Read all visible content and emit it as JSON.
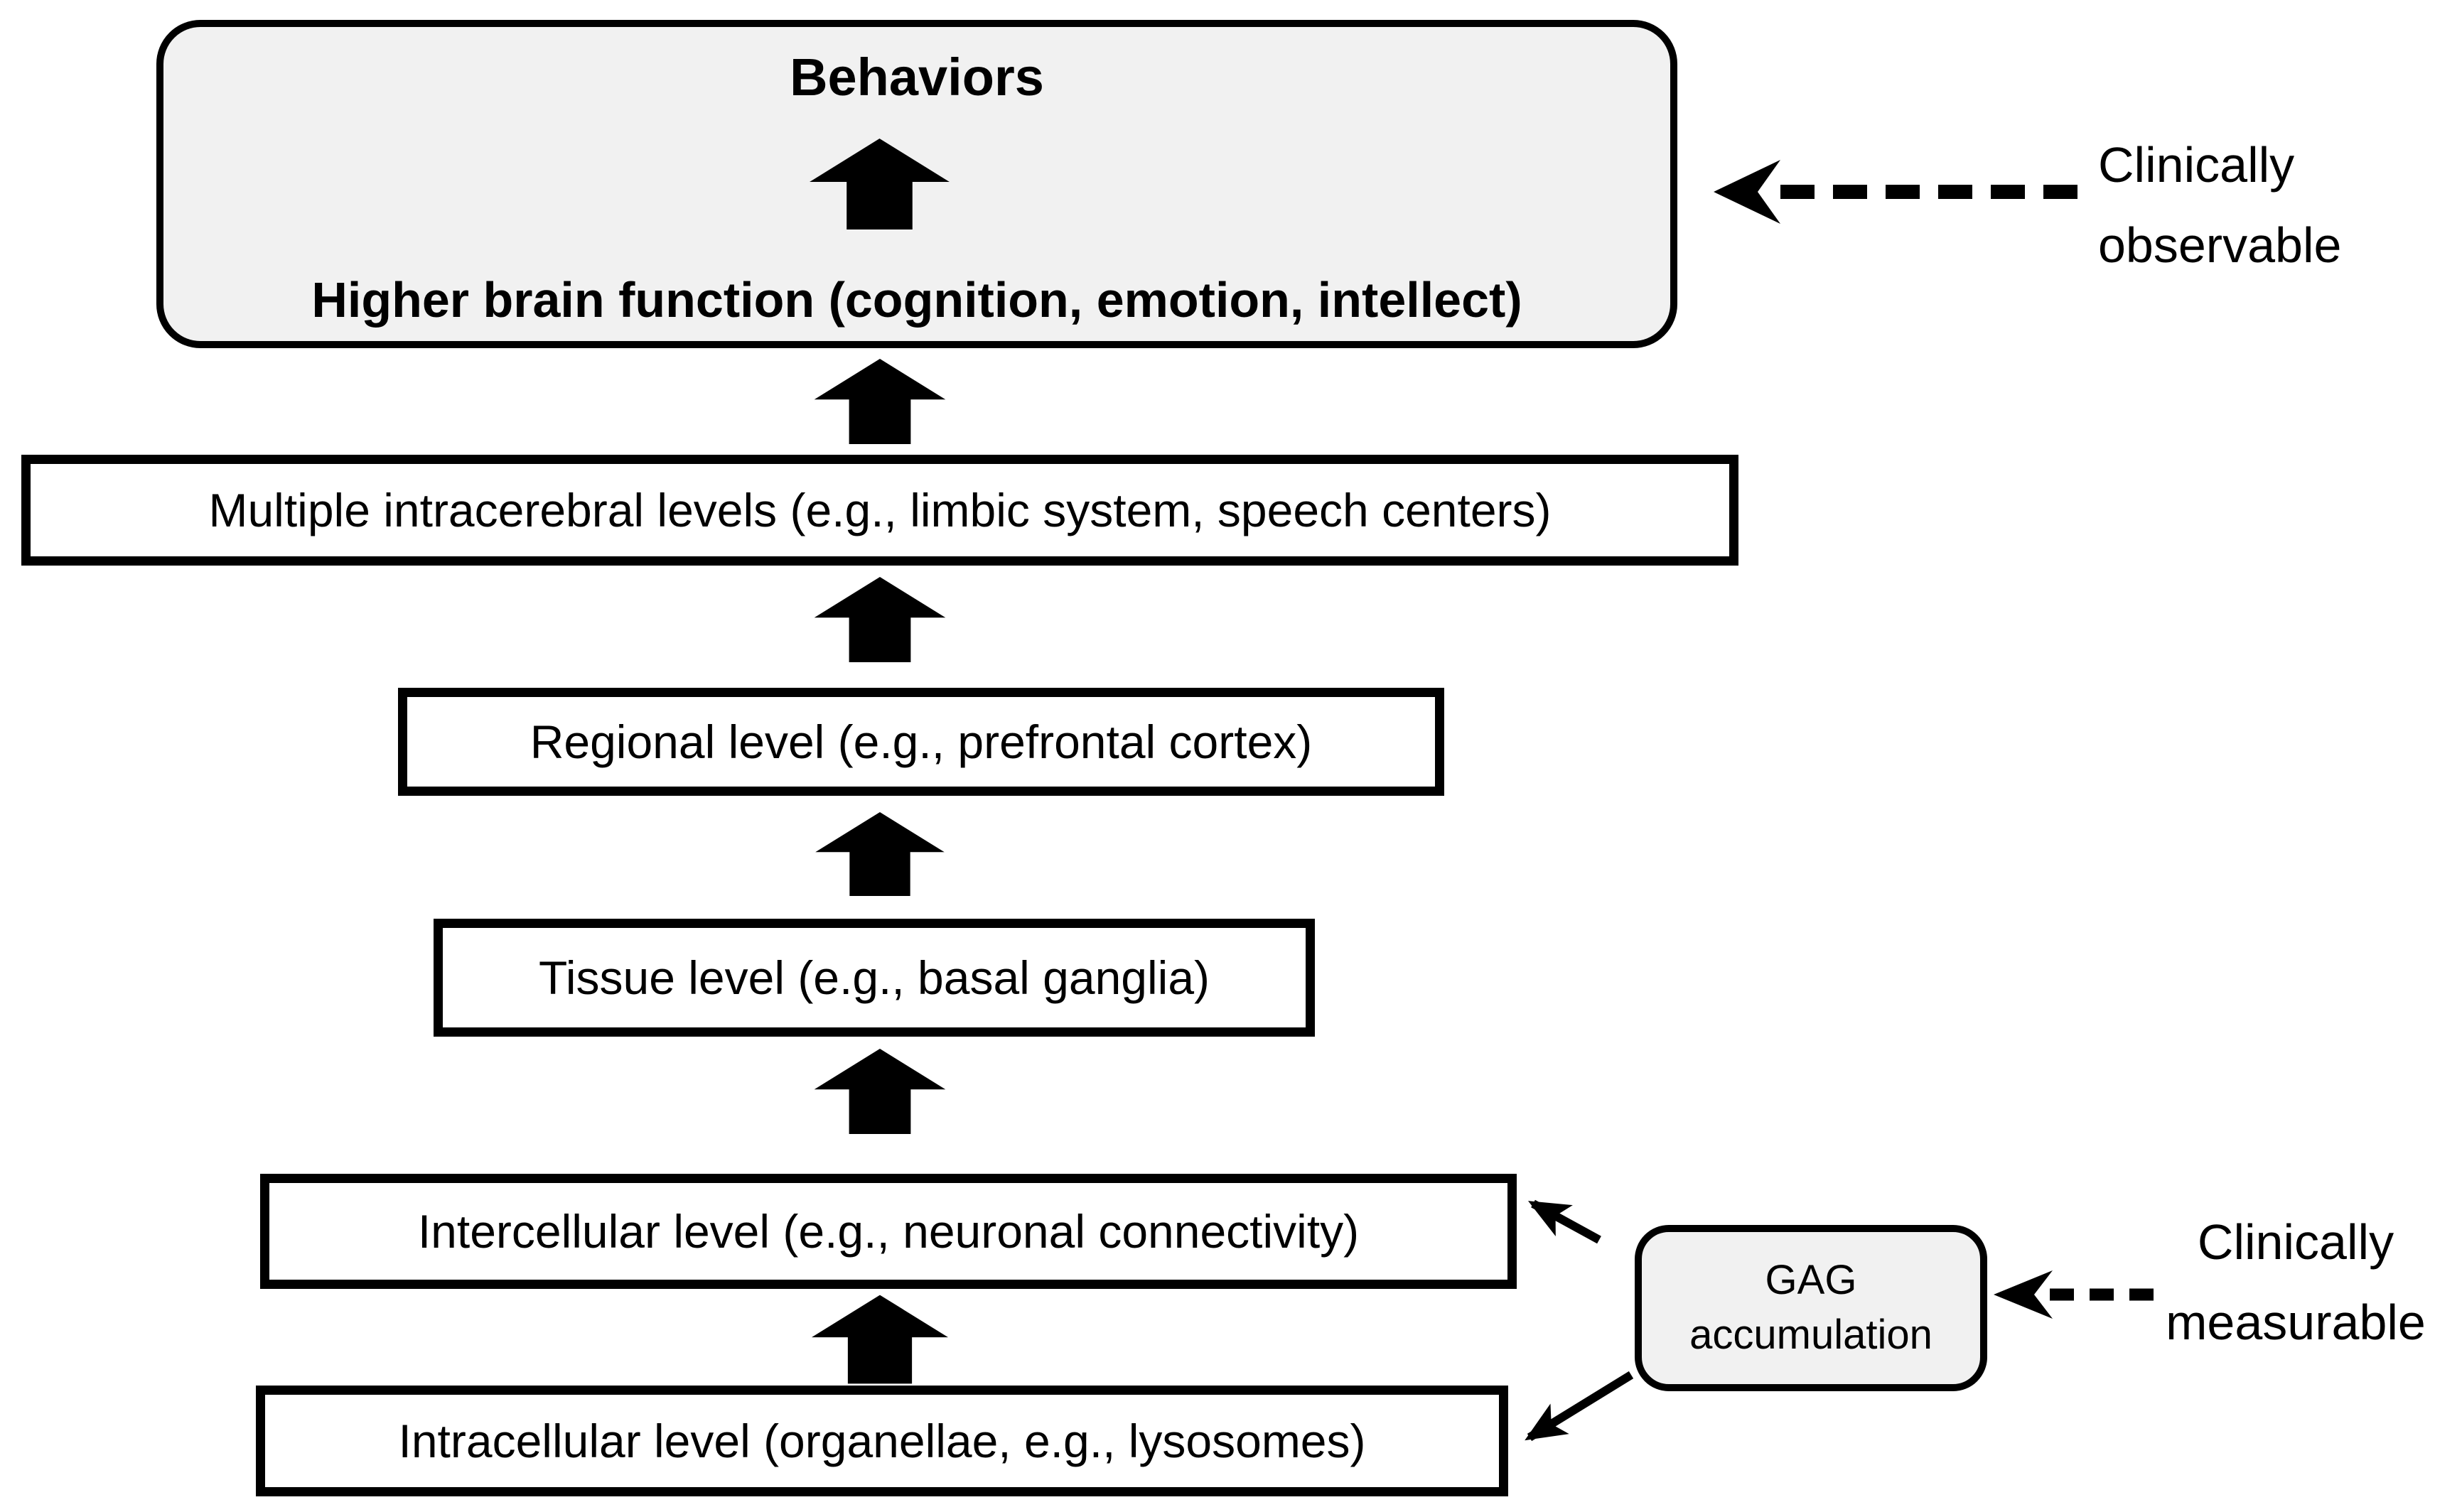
{
  "colors": {
    "line": "#000000",
    "text": "#000000",
    "shaded_fill": "#f1f1f1",
    "plain_fill": "#ffffff",
    "background": "#ffffff"
  },
  "top_box": {
    "title": "Behaviors",
    "subtitle": "Higher brain function (cognition, emotion, intellect)"
  },
  "levels": [
    {
      "label": "Multiple intracerebral levels (e.g., limbic system, speech centers)"
    },
    {
      "label": "Regional level (e.g., prefrontal cortex)"
    },
    {
      "label": "Tissue level (e.g., basal ganglia)"
    },
    {
      "label": "Intercellular level (e.g., neuronal connectivity)"
    },
    {
      "label": "Intracellular level (organellae, e.g., lysosomes)"
    }
  ],
  "gag_box": {
    "line1": "GAG",
    "line2": "accumulation"
  },
  "annotations": {
    "observable": {
      "line1": "Clinically",
      "line2": "observable"
    },
    "measurable": {
      "line1": "Clinically",
      "line2": "measurable"
    }
  }
}
